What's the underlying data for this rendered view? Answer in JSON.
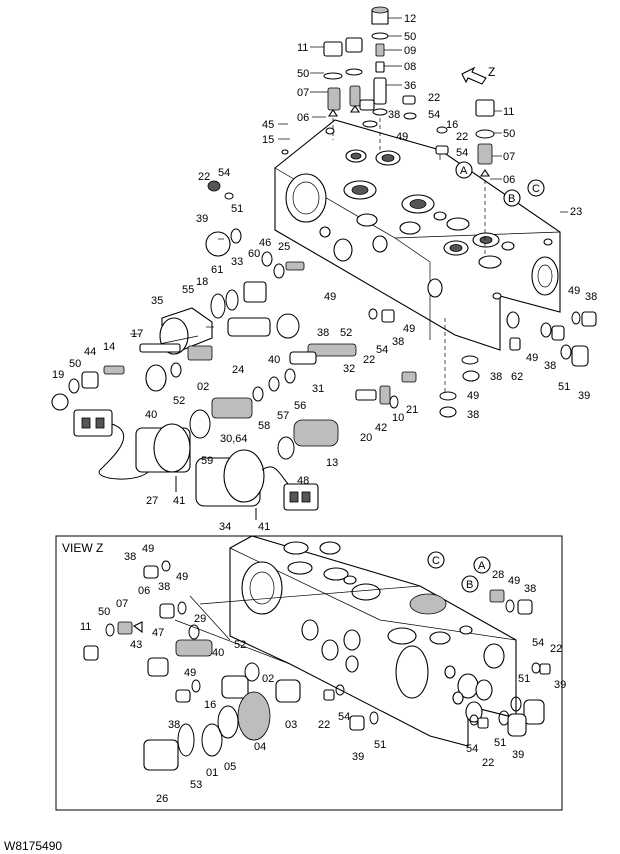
{
  "figure_id": "W8175490",
  "view_title": "VIEW Z",
  "direction_label": "Z",
  "circle_markers": [
    "A",
    "B",
    "C"
  ],
  "main_labels": {
    "p12": "12",
    "p50a": "50",
    "p09": "09",
    "p11a": "11",
    "p08": "08",
    "p50b": "50",
    "p36": "36",
    "p07a": "07",
    "p22a": "22",
    "p38a": "38",
    "p54a": "54",
    "p06a": "06",
    "p45": "45",
    "p16a": "16",
    "p15": "15",
    "p49a": "49",
    "p22b": "22",
    "p54b": "54",
    "p11b": "11",
    "p50c": "50",
    "p07b": "07",
    "p06b": "06",
    "p22c": "22",
    "p54c": "54",
    "p39a": "39",
    "p51a": "51",
    "p23": "23",
    "p46": "46",
    "p25": "25",
    "p60": "60",
    "p33": "33",
    "p61": "61",
    "p18": "18",
    "p55": "55",
    "p35": "35",
    "p49b": "49",
    "p38b": "38",
    "p49c": "49",
    "p38c": "38",
    "p52a": "52",
    "p49d": "49",
    "p38d": "38",
    "p22d": "22",
    "p54d": "54",
    "p17": "17",
    "p24": "24",
    "p40a": "40",
    "p14": "14",
    "p44": "44",
    "p50d": "50",
    "p19": "19",
    "p02": "02",
    "p52b": "52",
    "p31": "31",
    "p32": "32",
    "p49e": "49",
    "p62": "62",
    "p38e": "38",
    "p51b": "51",
    "p39b": "39",
    "p38f": "38",
    "p56": "56",
    "p57": "57",
    "p58": "58",
    "p40b": "40",
    "p21": "21",
    "p10": "10",
    "p42": "42",
    "p20": "20",
    "p30_64": "30,64",
    "p59": "59",
    "p13": "13",
    "p48": "48",
    "p27": "27",
    "p41a": "41",
    "p34": "34",
    "p41b": "41",
    "p49f": "49",
    "p38g": "38"
  },
  "view_labels": {
    "v38a": "38",
    "v49a": "49",
    "v38b": "38",
    "v49b": "49",
    "v06": "06",
    "v50": "50",
    "v07": "07",
    "v11": "11",
    "v47": "47",
    "v29": "29",
    "v43": "43",
    "v40": "40",
    "v52": "52",
    "v49c": "49",
    "v16": "16",
    "v38c": "38",
    "v02": "02",
    "v03": "03",
    "v04": "04",
    "v22a": "22",
    "v54a": "54",
    "v39a": "39",
    "v51a": "51",
    "v28": "28",
    "v49d": "49",
    "v38d": "38",
    "v54b": "54",
    "v22b": "22",
    "v39b": "39",
    "v51b": "51",
    "v51c": "51",
    "v39c": "39",
    "v54c": "54",
    "v22c": "22",
    "v26": "26",
    "v53": "53",
    "v01": "01",
    "v05": "05"
  }
}
